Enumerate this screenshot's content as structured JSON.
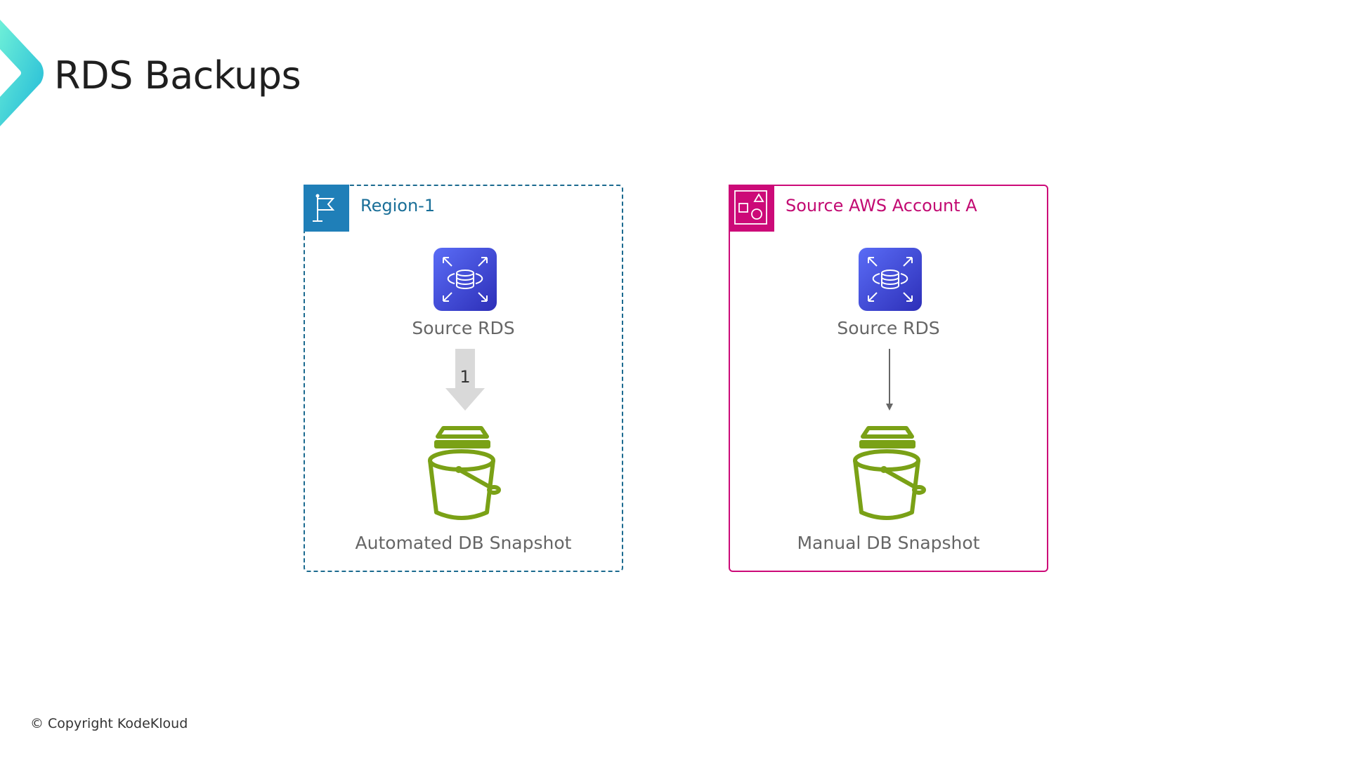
{
  "title": "RDS Backups",
  "colors": {
    "brand_teal": "#2ec8d8",
    "region_blue": "#1f7fb8",
    "account_pink": "#cc0a78",
    "bucket_green": "#7aa116",
    "rds_blue": "#3b48cc"
  },
  "region": {
    "label": "Region-1",
    "icon": "flag-icon",
    "source_label": "Source RDS",
    "step_number": "1",
    "snapshot_label": "Automated DB Snapshot"
  },
  "account": {
    "label": "Source AWS Account A",
    "icon": "shapes-icon",
    "source_label": "Source RDS",
    "snapshot_label": "Manual DB Snapshot"
  },
  "footer": {
    "copyright": "© Copyright KodeKloud"
  }
}
